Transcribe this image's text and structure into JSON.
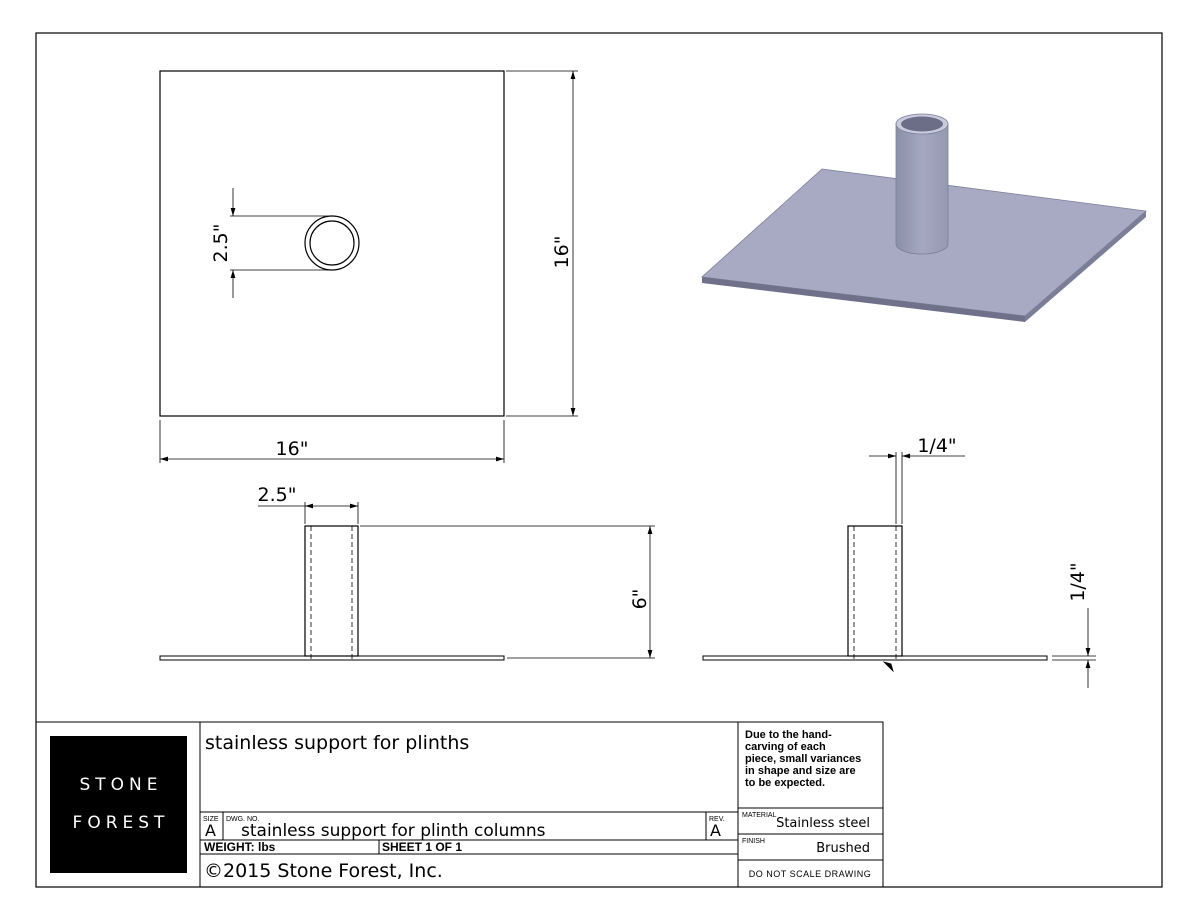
{
  "drawing": {
    "dimensions": {
      "tube_diameter_top": "2.5\"",
      "plate_height": "16\"",
      "plate_width": "16\"",
      "tube_diameter_front": "2.5\"",
      "tube_height": "6\"",
      "wall_thickness": "1/4\"",
      "plate_thickness": "1/4\""
    }
  },
  "title_block": {
    "logo_line1": "STONE",
    "logo_line2": "FOREST",
    "title": "stainless support for plinths",
    "size_label": "SIZE",
    "size_value": "A",
    "dwg_no_label": "DWG. NO.",
    "dwg_no_value": "stainless support for plinth columns",
    "rev_label": "REV.",
    "rev_value": "A",
    "weight": "WEIGHT:  lbs",
    "sheet": "SHEET 1 OF 1",
    "copyright": "©2015 Stone Forest, Inc.",
    "note_lines": [
      "Due to the hand-",
      "carving of each",
      "piece, small variances",
      "in shape and size are",
      "to be expected."
    ],
    "material_label": "MATERIAL",
    "material_value": "Stainless steel",
    "finish_label": "FINISH",
    "finish_value": "Brushed",
    "do_not_scale": "DO NOT SCALE DRAWING"
  }
}
